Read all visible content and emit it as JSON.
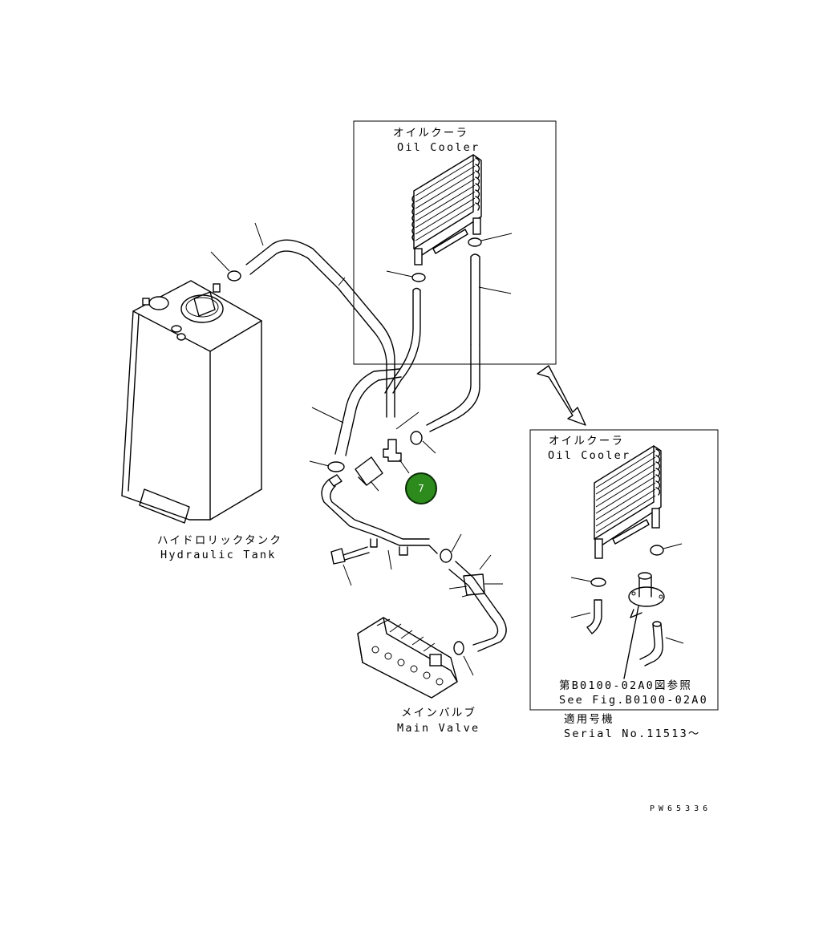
{
  "diagram": {
    "tank_label_jp": "ハイドロリックタンク",
    "tank_label_en": "Hydraulic Tank",
    "cooler_label_jp": "オイルクーラ",
    "cooler_label_en": "Oil Cooler",
    "inset_cooler_label_jp": "オイルクーラ",
    "inset_cooler_label_en": "Oil Cooler",
    "valve_label_jp": "メインバルブ",
    "valve_label_en": "Main Valve",
    "ref_label_jp": "第B0100-02A0図参照",
    "ref_label_en": "See Fig.B0100-02A0",
    "serial_label_jp": "適用号機",
    "serial_label_en": "Serial No.11513〜",
    "drawing_code": "PW65336",
    "callout_number": "7",
    "callout_color": "#2d8a1c"
  }
}
